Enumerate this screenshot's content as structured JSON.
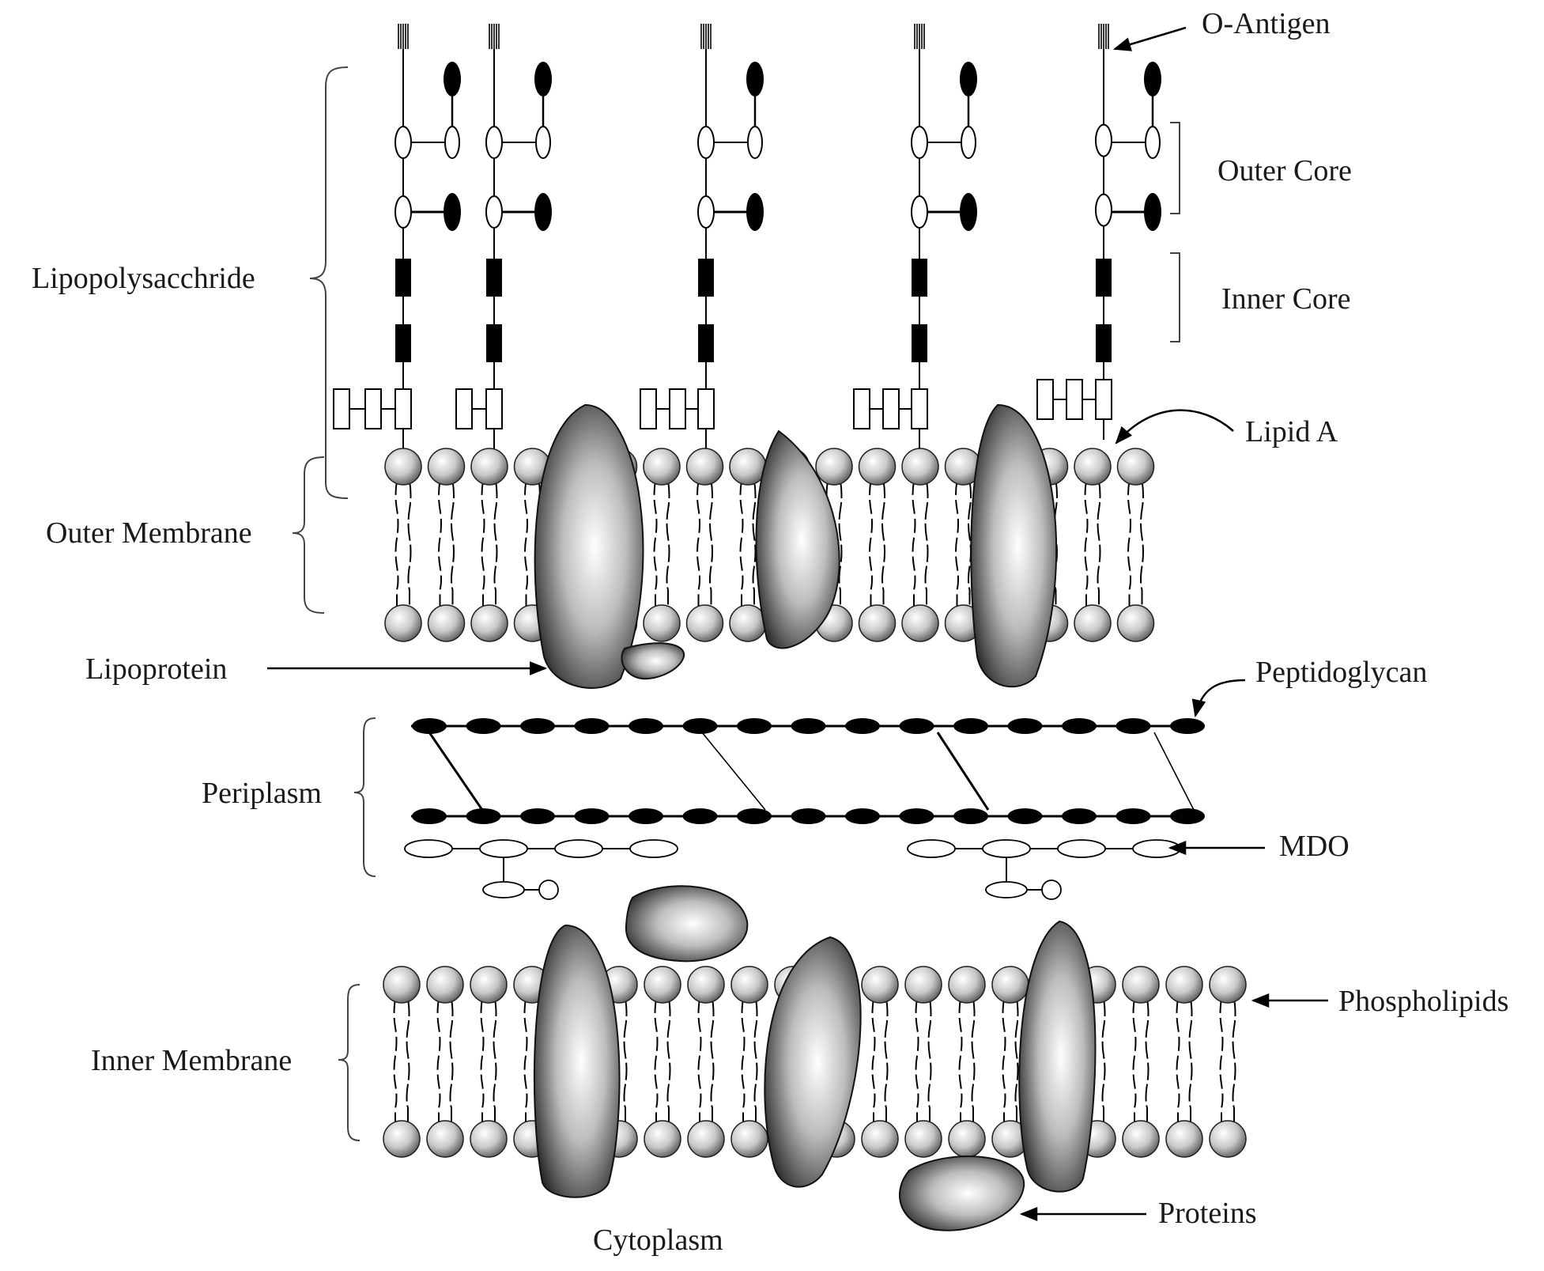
{
  "labels": {
    "o_antigen": "O-Antigen",
    "outer_core": "Outer Core",
    "inner_core": "Inner Core",
    "lipid_a": "Lipid A",
    "lipopolysaccharide": "Lipopolysacchride",
    "outer_membrane": "Outer Membrane",
    "lipoprotein": "Lipoprotein",
    "peptidoglycan": "Peptidoglycan",
    "periplasm": "Periplasm",
    "mdo": "MDO",
    "phospholipids": "Phospholipids",
    "inner_membrane": "Inner Membrane",
    "proteins": "Proteins",
    "cytoplasm": "Cytoplasm"
  },
  "colors": {
    "ink": "#000000",
    "sphere_light": "#ffffff",
    "sphere_dark": "#6e6e6e",
    "protein_light": "#ffffff",
    "protein_dark": "#202020"
  }
}
